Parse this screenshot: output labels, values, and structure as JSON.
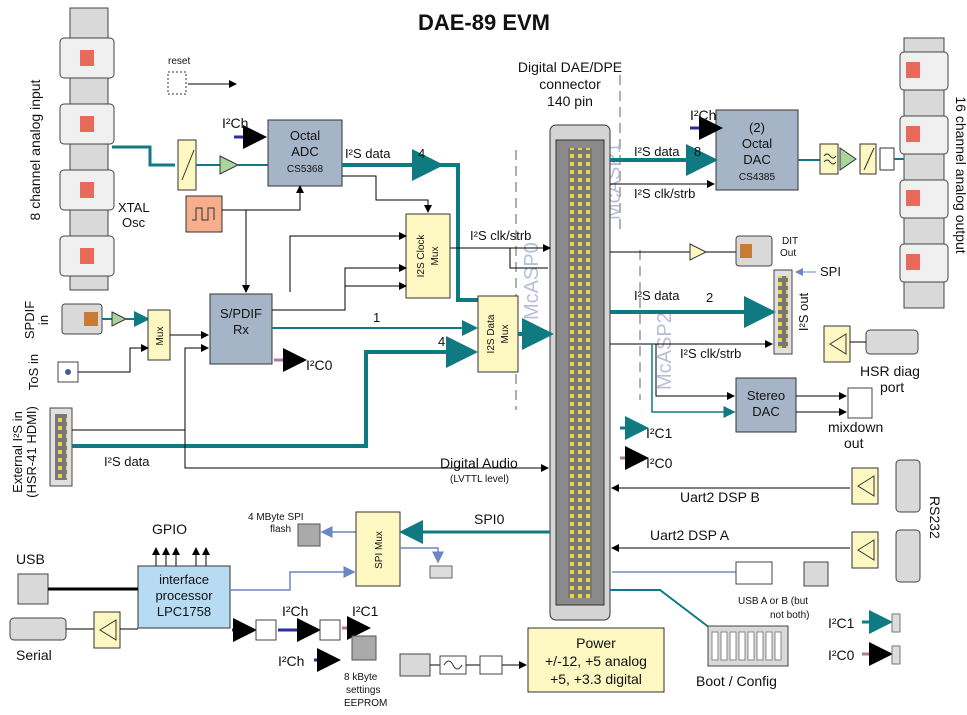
{
  "title": "DAE-89 EVM",
  "connector": {
    "line1": "Digital DAE/DPE",
    "line2": "connector",
    "line3": "140 pin"
  },
  "mcasp": {
    "mcasp0": "McASP0",
    "mcasp1": "McASP1",
    "mcasp2": "McASP2"
  },
  "inputs": {
    "analog": "8 channel analog input",
    "spdif_line1": "SPDIF",
    "spdif_line2": "in",
    "tos": "ToS in",
    "external_line1": "External I²S in",
    "external_line2": "(HSR-41 HDMI)"
  },
  "reset": "reset",
  "xtal": {
    "line1": "XTAL",
    "line2": "Osc"
  },
  "adc": {
    "line1": "Octal",
    "line2": "ADC",
    "part": "CS5368"
  },
  "spdif_rx": {
    "line1": "S/PDIF",
    "line2": "Rx"
  },
  "mux": "Mux",
  "clock_mux": {
    "line1": "I2S Clock",
    "line2": "Mux"
  },
  "data_mux": {
    "line1": "I2S Data",
    "line2": "Mux"
  },
  "dac": {
    "line1": "(2)",
    "line2": "Octal",
    "line3": "DAC",
    "part": "CS4385"
  },
  "stereo_dac": {
    "line1": "Stereo",
    "line2": "DAC"
  },
  "outputs": {
    "analog": "16 channel analog output",
    "dit_line1": "DIT",
    "dit_line2": "Out",
    "spi": "SPI",
    "i2s_out": "I²S out",
    "hsr_line1": "HSR diag",
    "hsr_line2": "port",
    "mixdown_line1": "mixdown",
    "mixdown_line2": "out",
    "rs232": "RS232",
    "usb_ab_line1": "USB A or B (but",
    "usb_ab_line2": "not both)",
    "boot": "Boot / Config"
  },
  "signals": {
    "i2ch": "I²Ch",
    "i2c0": "I²C0",
    "i2c1": "I²C1",
    "i2s_data": "I²S data",
    "i2s_clk": "I²S clk/strb",
    "n4": "4",
    "n8": "8",
    "n2": "2",
    "n1": "1",
    "digital_audio": "Digital Audio",
    "lvttl": "(LVTTL level)",
    "uart_b": "Uart2 DSP B",
    "uart_a": "Uart2 DSP A",
    "spi0": "SPI0"
  },
  "interface": {
    "line1": "interface",
    "line2": "processor",
    "line3": "LPC1758"
  },
  "gpio": "GPIO",
  "usb": "USB",
  "serial": "Serial",
  "spi_mux": "SPI Mux",
  "spi_flash": {
    "line1": "4 MByte SPI",
    "line2": "flash"
  },
  "eeprom": {
    "line1": "8 kByte",
    "line2": "settings",
    "line3": "EEPROM"
  },
  "power": {
    "line1": "Power",
    "line2": "+/-12, +5 analog",
    "line3": "+5, +3.3 digital"
  },
  "colors": {
    "teal": "#107a82",
    "block_blue": "#a6b4c8",
    "block_yellow": "#fdf7c2",
    "interface_blue": "#b7dbf2",
    "xtal_orange": "#f7ae8c"
  }
}
